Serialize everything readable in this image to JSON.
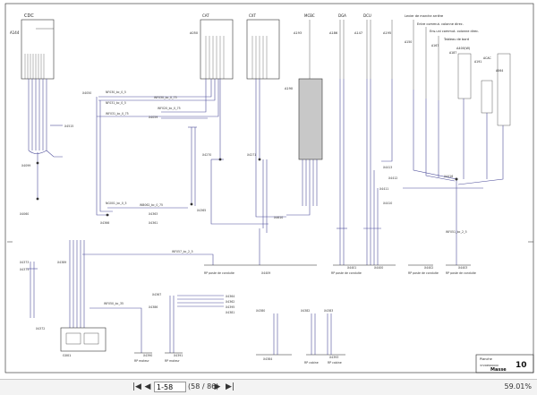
{
  "toolbar": {
    "first_page": "|◀",
    "prev_page": "◀",
    "page_value": "1-58",
    "page_total": "(58 / 86)",
    "next_page": "▶",
    "last_page": "▶|",
    "zoom": "59.01%"
  },
  "titleblock": {
    "planche": "Planche",
    "sheet_number": "10",
    "reference": "3720P000000",
    "title": "Masse"
  },
  "notes": {
    "levier": "Levier de marche arrière",
    "note1": "Entre commut. colonne direc.",
    "note2": "Ens.uni commut. colonne direc.",
    "note3": "Tableau de bord",
    "note4": "A400(W)"
  },
  "components": {
    "cdc": "CDC",
    "a144": "A144",
    "cat": "CAT",
    "cxt": "CXT",
    "a050": "A050",
    "a193": "A193",
    "a186": "A186",
    "a147": "A147",
    "a195": "A195",
    "a150": "A150",
    "a167": "A167",
    "a187": "A187",
    "a191": "A191",
    "a064": "A064",
    "mcbc": "MCBC",
    "dga": "DGA",
    "dcu": "DCU",
    "acac": "ACAC",
    "a190": "A190",
    "g001": "G001"
  },
  "connectors": {
    "x4515": "X4515",
    "x4099": "X4099",
    "x4060": "X4060",
    "x4050": "X4050",
    "x4366": "X4366",
    "x4059": "X4059",
    "x4201": "X4201",
    "x4270": "X4270",
    "x4271": "X4271",
    "x4363": "X4363",
    "x4365": "X4365",
    "x4361": "X4361",
    "x4610": "X4610",
    "x4413": "X4413",
    "x4411": "X4411",
    "x4410": "X4410",
    "x4412": "X4412",
    "x4416": "X4416",
    "x4372": "X4372",
    "x4371": "X4371",
    "x4389": "X4389",
    "x4373": "X4373",
    "x4367": "X4367",
    "x4386": "X4386",
    "x4364": "X4364",
    "x4362": "X4362",
    "x4395": "X4395",
    "x4381": "X4381",
    "x4380": "X4380",
    "x4384": "X4384",
    "x4382": "X4382",
    "x4383": "X4383",
    "x4409": "X4409",
    "x4401": "X4401",
    "x4400": "X4400",
    "x4402": "X4402",
    "x4403": "X4403",
    "x4390": "X4390",
    "x4391": "X4391",
    "x4393": "X4393"
  },
  "wires": {
    "w1": "NF030_bc_0_5",
    "w2": "NF031_bc_0_5",
    "w3": "WF031_bc_0_75",
    "w4": "WF030_bc_0_75",
    "w5": "WF020_bc_0_75",
    "w6": "WF030_bc_2_5",
    "w7": "WF037_bc_0_5",
    "w8": "WF032_bc_0_5",
    "w9": "NG001_bc_0_5",
    "w10": "NG002_bc_0_5",
    "w11": "WB062_bc_0_75",
    "w12": "WF057_bc_2_5",
    "w13": "WF050_bc_35",
    "w14": "WF051_bc_2_5"
  },
  "grounds": {
    "g1": "RP poste de conduite",
    "g2": "RP poste de conduite",
    "g3": "RP poste de conduite",
    "g4": "RP poste de conduite",
    "g5": "RP moteur",
    "g6": "RP moteur",
    "g7": "RP cabine",
    "g8": "RP cabine"
  }
}
